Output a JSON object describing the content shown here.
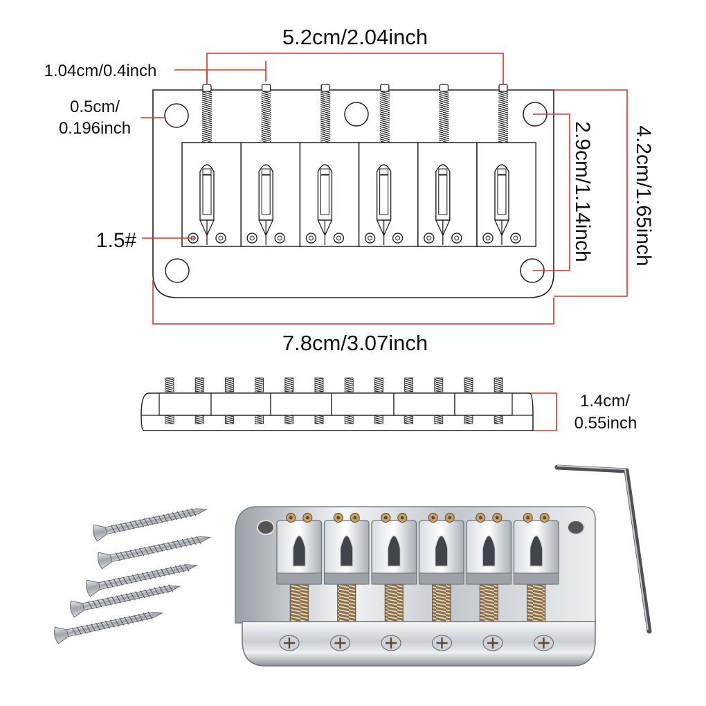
{
  "colors": {
    "dimension_line": "#e03030",
    "text": "#111111",
    "outline": "#222222",
    "chrome_light": "#f2f4f6",
    "chrome_mid": "#b9bec4",
    "chrome_dark": "#6e747b"
  },
  "labels": {
    "top_span": "5.2cm/2.04inch",
    "string_spacing": "1.04cm/0.4inch",
    "hole_diameter_line1": "0.5cm/",
    "hole_diameter_line2": "0.196inch",
    "screw_size": "1.5#",
    "inner_height": "2.9cm/1.14inch",
    "total_height": "4.2cm/1.65inch",
    "total_width": "7.8cm/3.07inch",
    "side_height_line1": "1.4cm/",
    "side_height_line2": "0.55inch"
  },
  "icons": {
    "wood_screws": "wood-screw-icon",
    "hex_key": "hex-key-icon",
    "bridge_photo": "guitar-bridge-icon"
  },
  "counts": {
    "saddles": 6,
    "wood_screws": 5
  }
}
